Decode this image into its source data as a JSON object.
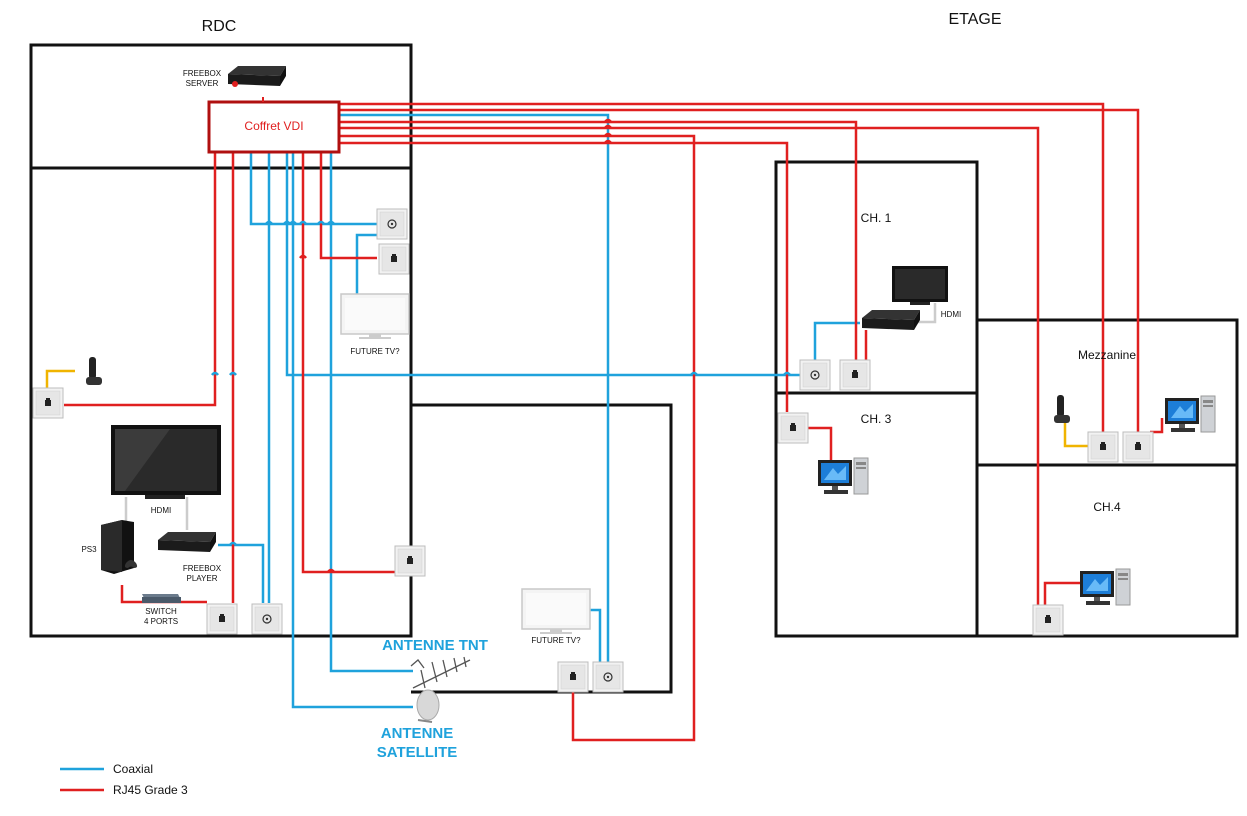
{
  "floors": {
    "ground": "RDC",
    "upstairs": "ETAGE"
  },
  "rooms": {
    "ch1": "CH. 1",
    "ch3": "CH. 3",
    "ch4": "CH.4",
    "mezzanine": "Mezzanine"
  },
  "devices": {
    "freebox_server_l1": "FREEBOX",
    "freebox_server_l2": "SERVER",
    "coffret": "Coffret VDI",
    "future_tv": "FUTURE TV?",
    "hdmi": "HDMI",
    "ps3": "PS3",
    "freebox_player_l1": "FREEBOX",
    "freebox_player_l2": "PLAYER",
    "switch_l1": "SWITCH",
    "switch_l2": "4 PORTS"
  },
  "antennas": {
    "tnt": "ANTENNE TNT",
    "sat_l1": "ANTENNE",
    "sat_l2": "SATELLITE"
  },
  "legend": [
    {
      "label": "Coaxial",
      "color": "#1fa2dc"
    },
    {
      "label": "RJ45 Grade 3",
      "color": "#e02020"
    }
  ],
  "colors": {
    "coax": "#1fa2dc",
    "rj45": "#e02020",
    "phone": "#f0b400",
    "wall": "#111111"
  }
}
